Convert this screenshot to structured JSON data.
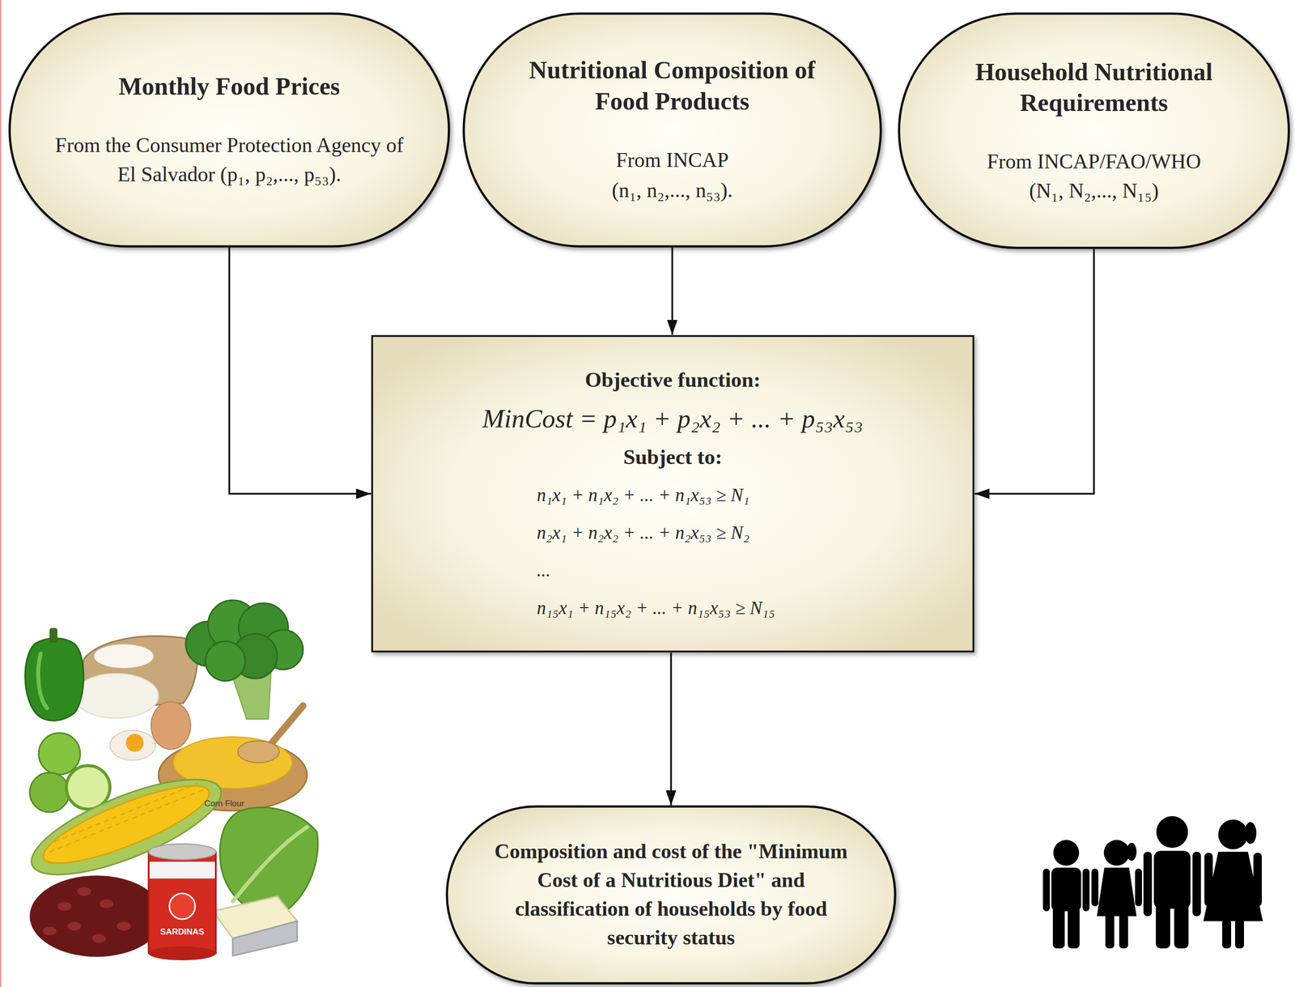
{
  "diagram": {
    "nodes": [
      {
        "text": [
          "Monthly Food Prices",
          "From the Consumer Protection Agency of El Salvador (p₁, p₂,..., p₅₃)."
        ]
      },
      {
        "text": [
          "Nutritional Composition of Food Products",
          "From INCAP",
          "(n₁, n₂,..., n₅₃)."
        ]
      },
      {
        "text": [
          "Household Nutritional Requirements",
          "From INCAP/FAO/WHO",
          "(N₁, N₂,..., N₁₅)"
        ]
      },
      {
        "text": [
          "Objective function:",
          "MinCost = p₁x₁ + p₂x₂ + ... + p₅₃x₅₃",
          "Subject to:",
          "n₁x₁ + n₁x₂ + ... + n₁x₅₃ ≥ N₁",
          "n₂x₁ + n₂x₂ + ... + n₂x₅₃ ≥ N₂",
          "...",
          "n₁₅x₁ + n₁₅x₂ + ... + n₁₅x₅₃ ≥ N₁₅"
        ]
      },
      {
        "text": [
          "Composition and cost of the \"Minimum Cost of a Nutritious Diet\" and classification of households by food security status"
        ]
      }
    ],
    "edges": [
      {
        "from": 0,
        "to": 3,
        "arrow": "to"
      },
      {
        "from": 1,
        "to": 3,
        "arrow": "to"
      },
      {
        "from": 2,
        "to": 3,
        "arrow": "to"
      },
      {
        "from": 3,
        "to": 4,
        "arrow": "to"
      }
    ],
    "labels": [
      "Corn Flour",
      "SARDINAS"
    ]
  }
}
